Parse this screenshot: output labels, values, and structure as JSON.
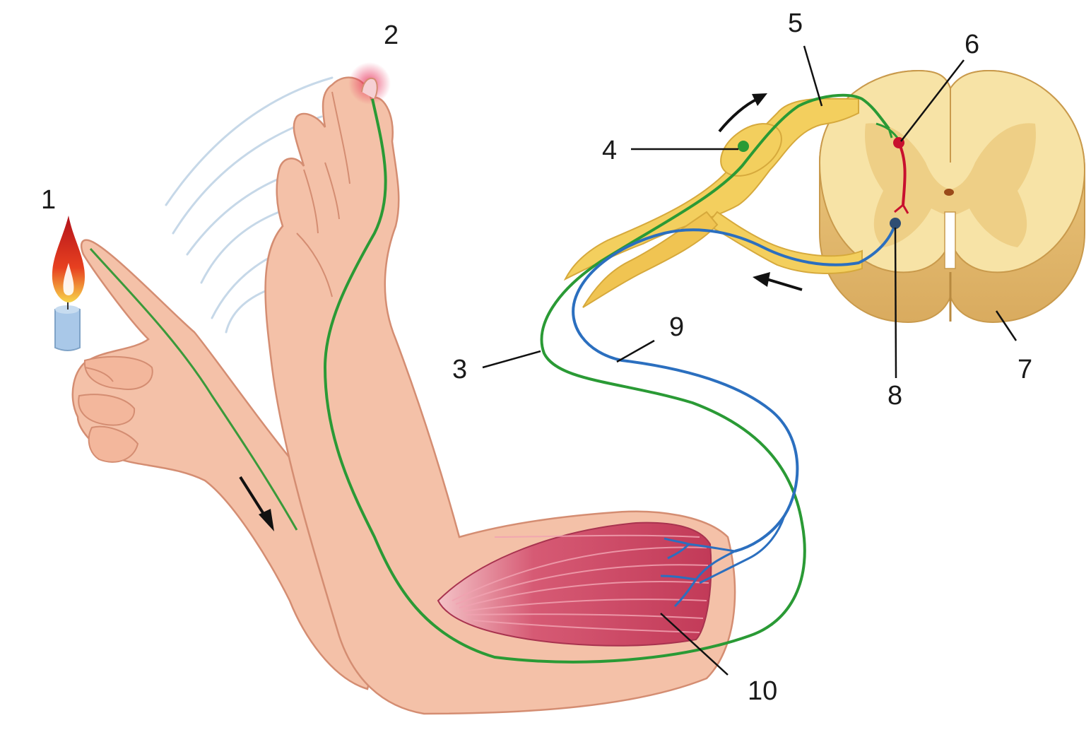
{
  "diagram": {
    "labels": [
      "1",
      "2",
      "3",
      "4",
      "5",
      "6",
      "7",
      "8",
      "9",
      "10"
    ]
  },
  "colors": {
    "skin": "#f2b9a0",
    "skin_shadow": "#e59c84",
    "afferent_nerve": "#2a9a35",
    "efferent_nerve": "#2b6fbf",
    "interneuron": "#c8102e",
    "spinal_root": "#f3cf5e",
    "spinal_cord_outer": "#f6dfa0",
    "spinal_cord_grey": "#edc67a",
    "muscle": "#cf4a66",
    "flame": "#e0301f",
    "candle": "#a9c8e8",
    "arrow": "#111111"
  }
}
